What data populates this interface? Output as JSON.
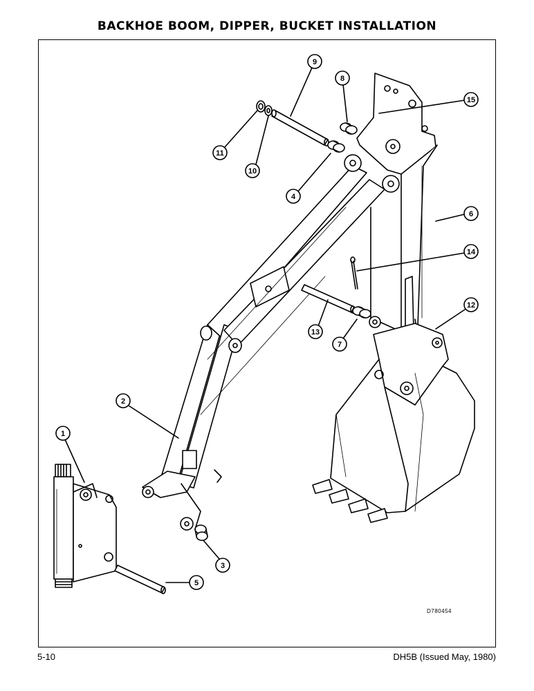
{
  "header": {
    "title": "BACKHOE BOOM, DIPPER, BUCKET INSTALLATION"
  },
  "footer": {
    "page_number": "5-10",
    "doc_ref": "DH5B (Issued May, 1980)"
  },
  "drawing": {
    "drawing_id": "D780454"
  },
  "callouts": [
    {
      "num": "1"
    },
    {
      "num": "2"
    },
    {
      "num": "3"
    },
    {
      "num": "4"
    },
    {
      "num": "5"
    },
    {
      "num": "6"
    },
    {
      "num": "7"
    },
    {
      "num": "8"
    },
    {
      "num": "9"
    },
    {
      "num": "10"
    },
    {
      "num": "11"
    },
    {
      "num": "12"
    },
    {
      "num": "13"
    },
    {
      "num": "14"
    },
    {
      "num": "15"
    }
  ]
}
